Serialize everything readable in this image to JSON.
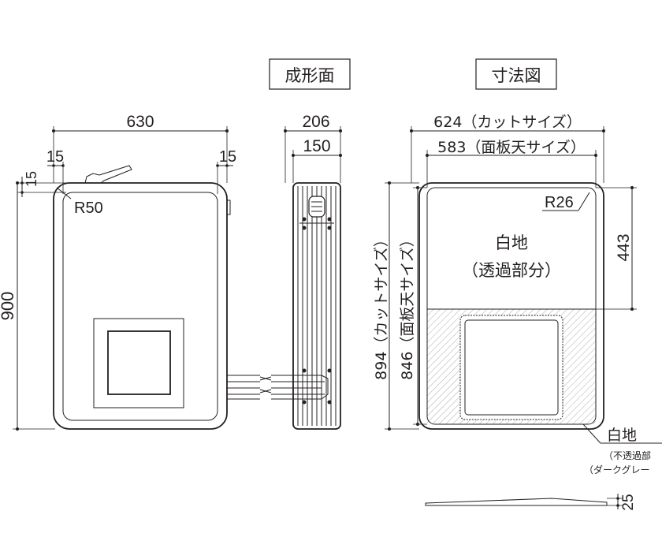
{
  "headers": {
    "molded_face": "成形面",
    "dimension_drawing": "寸法図"
  },
  "left_view": {
    "width": "630",
    "margin_left": "15",
    "margin_right": "15",
    "margin_top": "15",
    "height": "900",
    "radius": "R50"
  },
  "side_view": {
    "depth_outer": "206",
    "depth_inner": "150"
  },
  "right_view": {
    "cut_width": "624（カットサイズ）",
    "face_width": "583（面板天サイズ）",
    "cut_height": "894（カットサイズ）",
    "face_height": "846（面板天サイズ）",
    "radius": "R26",
    "upper_height": "443",
    "white_area_title": "白地",
    "white_area_sub": "（透過部分）",
    "lower_label_title": "白地",
    "lower_label_sub1": "（不透過部",
    "lower_label_sub2": "（ダークグレー"
  },
  "profile_view": {
    "thickness": "25"
  }
}
